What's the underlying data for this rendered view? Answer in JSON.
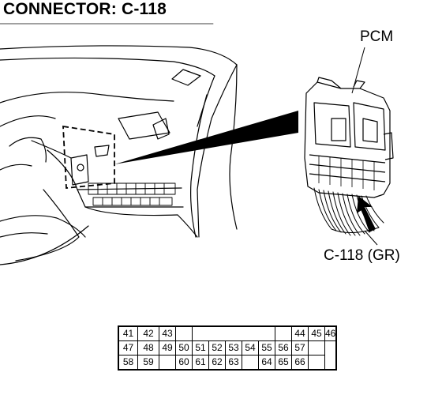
{
  "title": "CONNECTOR: C-118",
  "labels": {
    "module": "PCM",
    "connector": "C-118 (GR)"
  },
  "pin_table": {
    "rows": [
      [
        "41",
        "42",
        "43",
        "",
        "",
        "",
        "",
        "",
        "",
        "44",
        "45",
        "46"
      ],
      [
        "47",
        "48",
        "49",
        "50",
        "51",
        "52",
        "53",
        "54",
        "55",
        "56",
        "57"
      ],
      [
        "58",
        "59",
        "",
        "60",
        "61",
        "62",
        "63",
        "",
        "64",
        "65",
        "66"
      ]
    ]
  }
}
